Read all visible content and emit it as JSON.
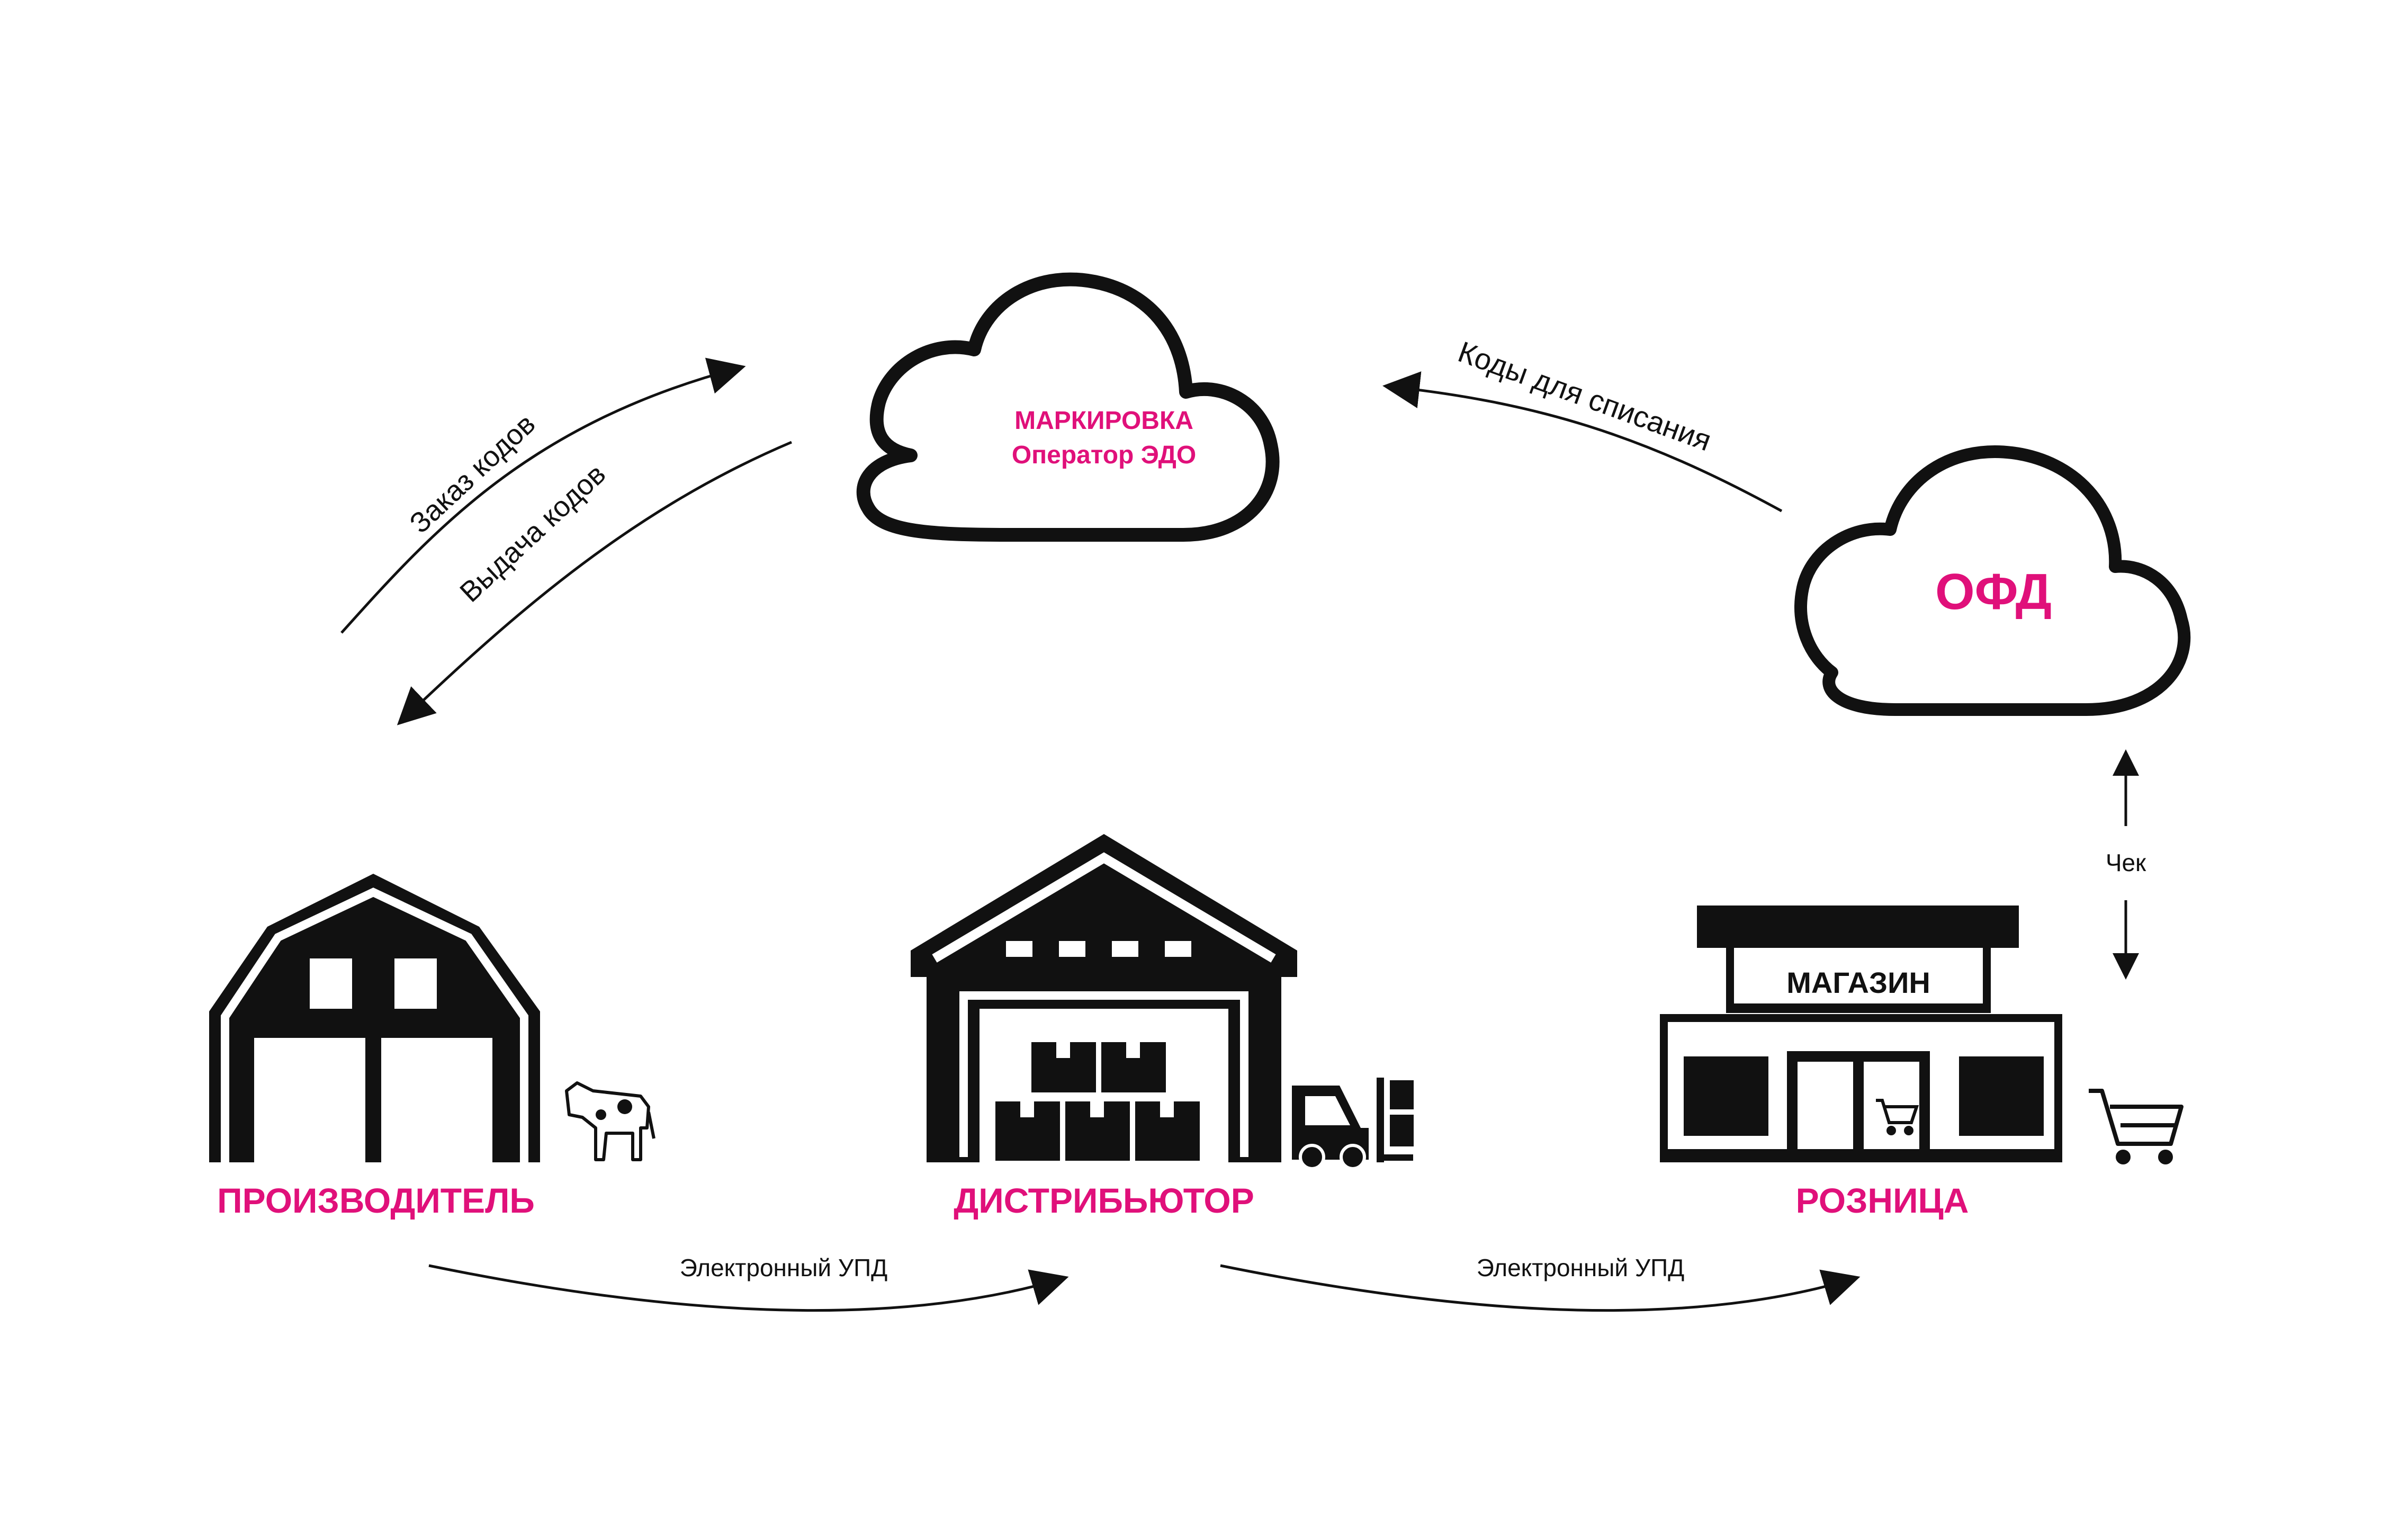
{
  "colors": {
    "accent": "#E0107A",
    "ink": "#111111",
    "background": "#FFFFFF"
  },
  "cloud_marking": {
    "line1": "МАРКИРОВКА",
    "line2": "Оператор ЭДО",
    "icon": "cloud-icon"
  },
  "cloud_ofd": {
    "label": "ОФД",
    "icon": "cloud-icon"
  },
  "arrows": {
    "order_codes": "Заказ кодов",
    "issue_codes": "Выдача кодов",
    "writeoff_codes": "Коды для списания",
    "receipt": "Чек",
    "upd_1": "Электронный УПД",
    "upd_2": "Электронный УПД"
  },
  "nodes": {
    "producer": {
      "label": "ПРОИЗВОДИТЕЛЬ",
      "icon": "barn-icon",
      "badge_icon": "cow-icon"
    },
    "distributor": {
      "label": "ДИСТРИБЬЮТОР",
      "icon": "warehouse-icon",
      "badge_icon": "forklift-icon"
    },
    "retail": {
      "label": "РОЗНИЦА",
      "icon": "store-icon",
      "badge_icon": "cart-icon",
      "sign": "МАГАЗИН"
    }
  }
}
